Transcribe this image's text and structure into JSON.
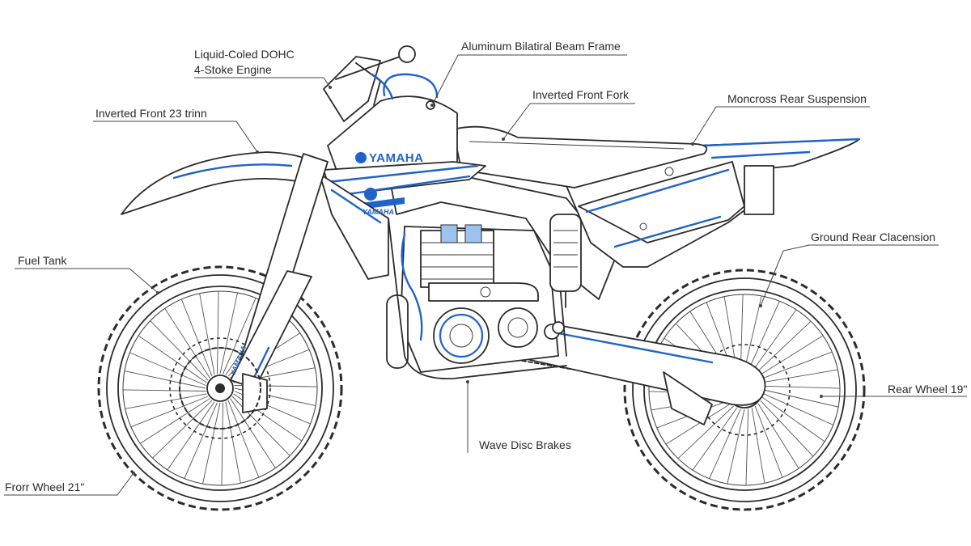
{
  "colors": {
    "accent": "#1f63c8",
    "accent_soft": "#9cc3ee",
    "ink": "#2b2b2b"
  },
  "bike": {
    "brand": "YAMAHA",
    "fork_decal": "YAMAHA"
  },
  "labels": {
    "engine_line1": "Liquid-Coled DOHC",
    "engine_line2": "4-Stoke Engine",
    "frame": "Aluminum Bilatiral Beam Frame",
    "front_fork": "Inverted Front Fork",
    "rear_suspension": "Moncross Rear Suspension",
    "front_fender": "Inverted Front 23 trinn",
    "ground_rear": "Ground Rear Clacension",
    "fuel_tank": "Fuel Tank",
    "rear_wheel": "Rear Wheel 19\"",
    "brakes": "Wave Disc Brakes",
    "front_wheel": "Frorr Wheel 21\""
  }
}
